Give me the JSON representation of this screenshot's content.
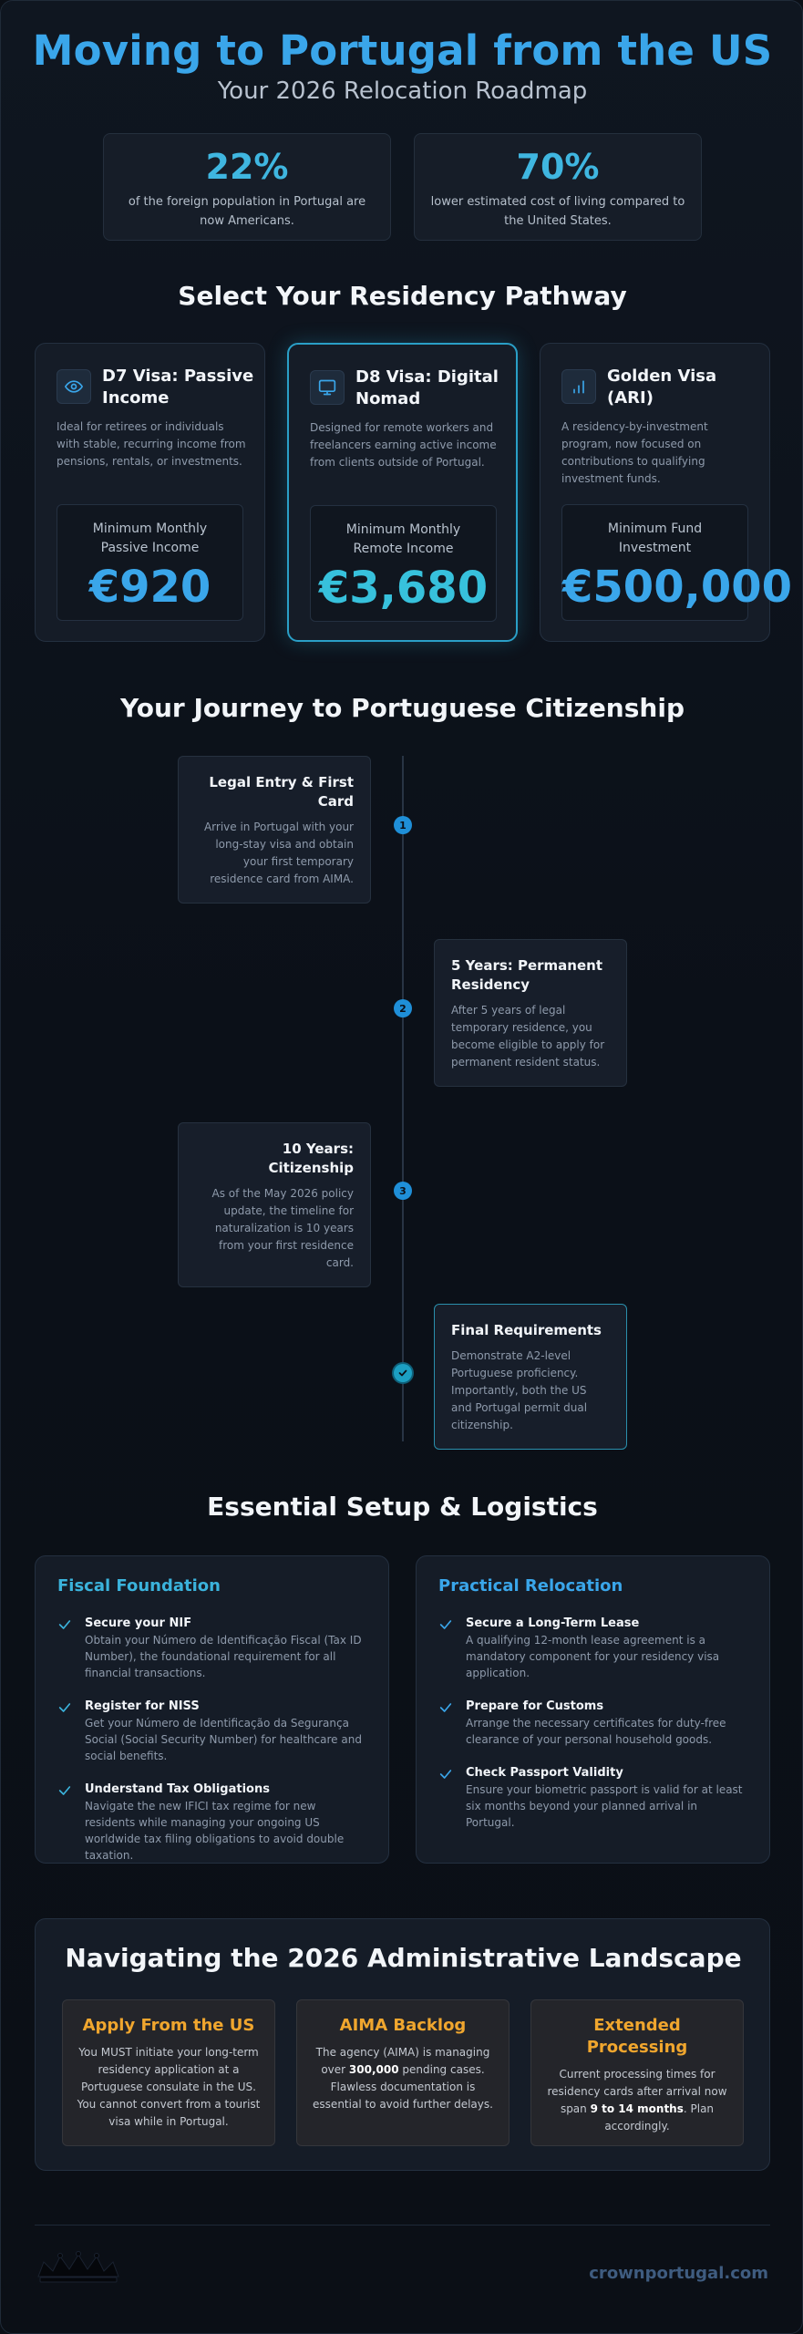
{
  "header": {
    "title": "Moving to Portugal from the US",
    "subtitle": "Your 2026 Relocation Roadmap"
  },
  "stats": [
    {
      "value": "22%",
      "description": "of the foreign population in Portugal are now Americans."
    },
    {
      "value": "70%",
      "description": "lower estimated cost of living compared to the United States."
    }
  ],
  "pathways": {
    "title": "Select Your Residency Pathway",
    "cards": [
      {
        "icon": "eye-icon",
        "name": "D7 Visa: Passive Income",
        "description": "Ideal for retirees or individuals with stable, recurring income from pensions, rentals, or investments.",
        "amount_label": "Minimum Monthly Passive Income",
        "amount": "€920"
      },
      {
        "icon": "monitor-icon",
        "name": "D8 Visa: Digital Nomad",
        "description": "Designed for remote workers and freelancers earning active income from clients outside of Portugal.",
        "amount_label": "Minimum Monthly Remote Income",
        "amount": "€3,680"
      },
      {
        "icon": "bar-chart-icon",
        "name": "Golden Visa (ARI)",
        "description": "A residency-by-investment program, now focused on contributions to qualifying investment funds.",
        "amount_label": "Minimum Fund Investment",
        "amount": "€500,000"
      }
    ]
  },
  "journey": {
    "title": "Your Journey to Portuguese Citizenship",
    "steps": [
      {
        "marker": "1",
        "title": "Legal Entry & First Card",
        "description": "Arrive in Portugal with your long-stay visa and obtain your first temporary residence card from AIMA."
      },
      {
        "marker": "2",
        "title": "5 Years: Permanent Residency",
        "description": "After 5 years of legal temporary residence, you become eligible to apply for permanent resident status."
      },
      {
        "marker": "3",
        "title": "10 Years: Citizenship",
        "description": "As of the May 2026 policy update, the timeline for naturalization is 10 years from your first residence card."
      },
      {
        "marker": "",
        "title": "Final Requirements",
        "description": "Demonstrate A2-level Portuguese proficiency. Importantly, both the US and Portugal permit dual citizenship."
      }
    ]
  },
  "logistics": {
    "title": "Essential Setup & Logistics",
    "columns": [
      {
        "heading": "Fiscal Foundation",
        "items": [
          {
            "title": "Secure your NIF",
            "description": "Obtain your Número de Identificação Fiscal (Tax ID Number), the foundational requirement for all financial transactions."
          },
          {
            "title": "Register for NISS",
            "description": "Get your Número de Identificação da Segurança Social (Social Security Number) for healthcare and social benefits."
          },
          {
            "title": "Understand Tax Obligations",
            "description": "Navigate the new IFICI tax regime for new residents while managing your ongoing US worldwide tax filing obligations to avoid double taxation."
          }
        ]
      },
      {
        "heading": "Practical Relocation",
        "items": [
          {
            "title": "Secure a Long-Term Lease",
            "description": "A qualifying 12-month lease agreement is a mandatory component for your residency visa application."
          },
          {
            "title": "Prepare for Customs",
            "description": "Arrange the necessary certificates for duty-free clearance of your personal household goods."
          },
          {
            "title": "Check Passport Validity",
            "description": "Ensure your biometric passport is valid for at least six months beyond your planned arrival in Portugal."
          }
        ]
      }
    ]
  },
  "landscape": {
    "title": "Navigating the 2026 Administrative Landscape",
    "cards": [
      {
        "title": "Apply From the US",
        "desc_before": "You MUST initiate your long-term residency application at a Portuguese consulate in the US. You cannot convert from a tourist visa while in Portugal.",
        "desc_bold": "",
        "desc_after": ""
      },
      {
        "title": "AIMA Backlog",
        "desc_before": "The agency (AIMA) is managing over ",
        "desc_bold": "300,000",
        "desc_after": " pending cases. Flawless documentation is essential to avoid further delays."
      },
      {
        "title": "Extended Processing",
        "desc_before": "Current processing times for residency cards after arrival now span ",
        "desc_bold": "9 to 14 months",
        "desc_after": ". Plan accordingly."
      }
    ]
  },
  "footer": {
    "logo_icon": "crown-logo-icon",
    "url": "crownportugal.com"
  },
  "colors": {
    "accent_blue": "#3aa6ea",
    "accent_cyan": "#37c1dc",
    "accent_amber": "#f0a62e",
    "background": "#0b0f16"
  }
}
